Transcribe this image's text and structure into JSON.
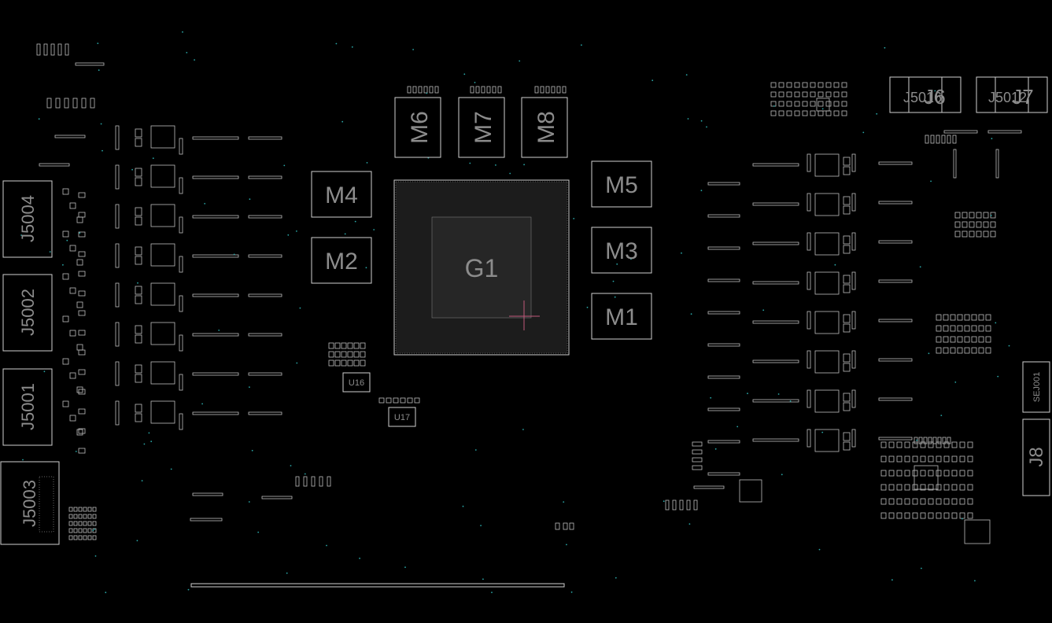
{
  "board": {
    "background_color": "#000000",
    "outline_color": "#cfcfcf",
    "label_color": "#8c8c8c",
    "via_color": "#2aa6a6",
    "cursor_color": "#c0587a"
  },
  "labels": {
    "gpu": "G1",
    "m1": "M1",
    "m2": "M2",
    "m3": "M3",
    "m4": "M4",
    "m5": "M5",
    "m6": "M6",
    "m7": "M7",
    "m8": "M8",
    "j5004": "J5004",
    "j5002": "J5002",
    "j5001": "J5001",
    "j5003": "J5003",
    "j6": "J6",
    "j7": "J7",
    "j8": "J8",
    "j5016": "J5016",
    "j5012": "J5012",
    "u16": "U16",
    "u17": "U17",
    "sej001": "SEJ001"
  }
}
